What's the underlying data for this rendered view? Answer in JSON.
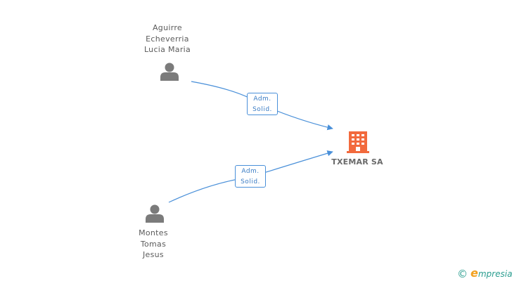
{
  "nodes": {
    "person1": {
      "lines": [
        "Aguirre",
        "Echeverria",
        "Lucia Maria"
      ]
    },
    "person2": {
      "lines": [
        "Montes",
        "Tomas",
        "Jesus"
      ]
    },
    "company": {
      "name": "TXEMAR SA"
    }
  },
  "edges": [
    {
      "from": "person1",
      "to": "company",
      "label": [
        "Adm.",
        "Solid."
      ]
    },
    {
      "from": "person2",
      "to": "company",
      "label": [
        "Adm.",
        "Solid."
      ]
    }
  ],
  "colors": {
    "edge": "#4a90d9",
    "person_icon": "#7b7b7b",
    "company_icon": "#f26a3d"
  },
  "icons": {
    "person": "person-icon",
    "company": "building-icon",
    "copyright": "copyright-icon"
  },
  "brand": {
    "copyright": "©",
    "e": "e",
    "rest": "mpresia"
  }
}
